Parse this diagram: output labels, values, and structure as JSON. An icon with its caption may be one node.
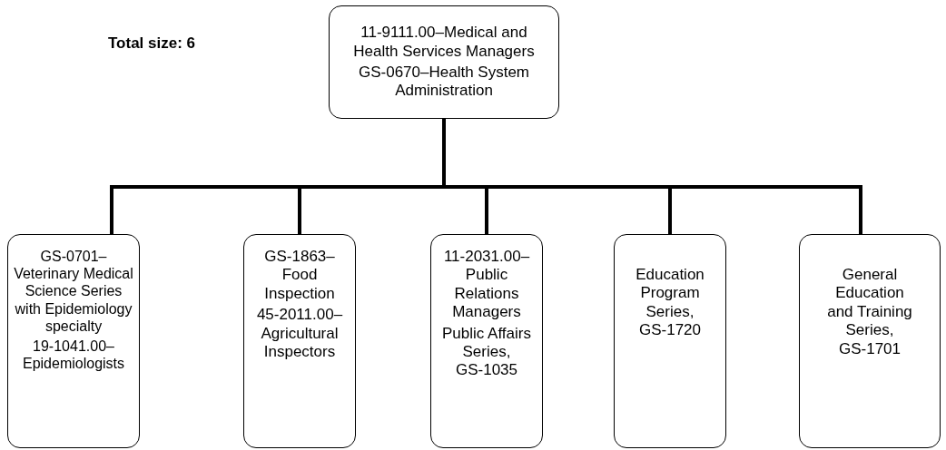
{
  "diagram": {
    "nodes": [
      {
        "text": [
          "11-9111.00–Medical and Health Services Managers",
          "GS-0670–Health System Administration"
        ]
      },
      {
        "text": [
          "GS-0701–Veterinary Medical Science Series with Epidemiology specialty",
          "19-1041.00–Epidemiologists"
        ]
      },
      {
        "text": [
          "GS-1863–Food Inspection",
          "45-2011.00–Agricultural Inspectors"
        ]
      },
      {
        "text": [
          "11-2031.00–Public Relations Managers",
          "Public Affairs Series, GS-1035"
        ]
      },
      {
        "text": [
          "Education Program Series, GS-1720"
        ]
      },
      {
        "text": [
          "General Education and Training Series, GS-1701"
        ]
      }
    ],
    "edges": [
      {
        "from": 0,
        "to": 1,
        "arrow": "none"
      },
      {
        "from": 0,
        "to": 2,
        "arrow": "none"
      },
      {
        "from": 0,
        "to": 3,
        "arrow": "none"
      },
      {
        "from": 0,
        "to": 4,
        "arrow": "none"
      },
      {
        "from": 0,
        "to": 5,
        "arrow": "none"
      }
    ],
    "labels": [
      "Total size: 6"
    ]
  }
}
